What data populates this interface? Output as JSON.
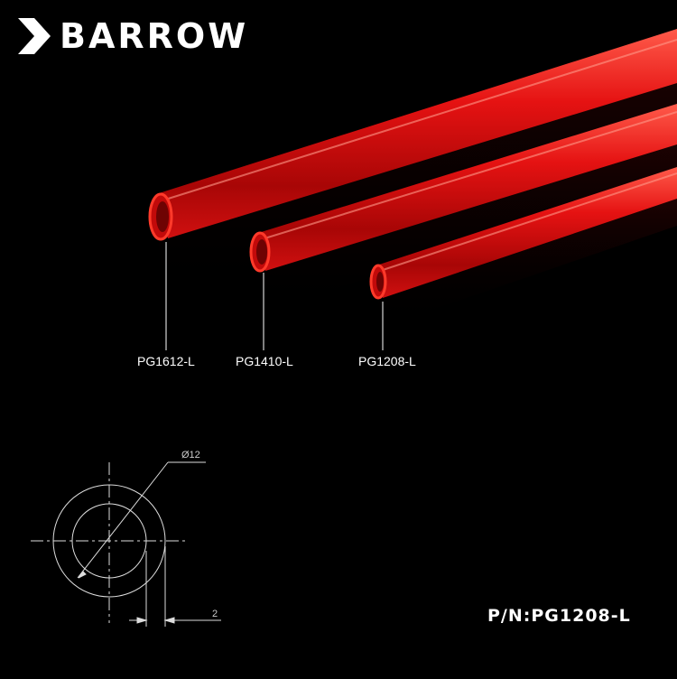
{
  "brand": {
    "name": "BARROW",
    "icon": "barrow-chevron-logo-icon"
  },
  "tubes": [
    {
      "model": "PG1612-L",
      "color": "#e51212"
    },
    {
      "model": "PG1410-L",
      "color": "#e51212"
    },
    {
      "model": "PG1208-L",
      "color": "#e51212"
    }
  ],
  "drawing": {
    "diameter_label": "Ø12",
    "wall_label": "2"
  },
  "part_number": "P/N:PG1208-L",
  "colors": {
    "background": "#000000",
    "tube": "#e51212",
    "text": "#ffffff"
  }
}
